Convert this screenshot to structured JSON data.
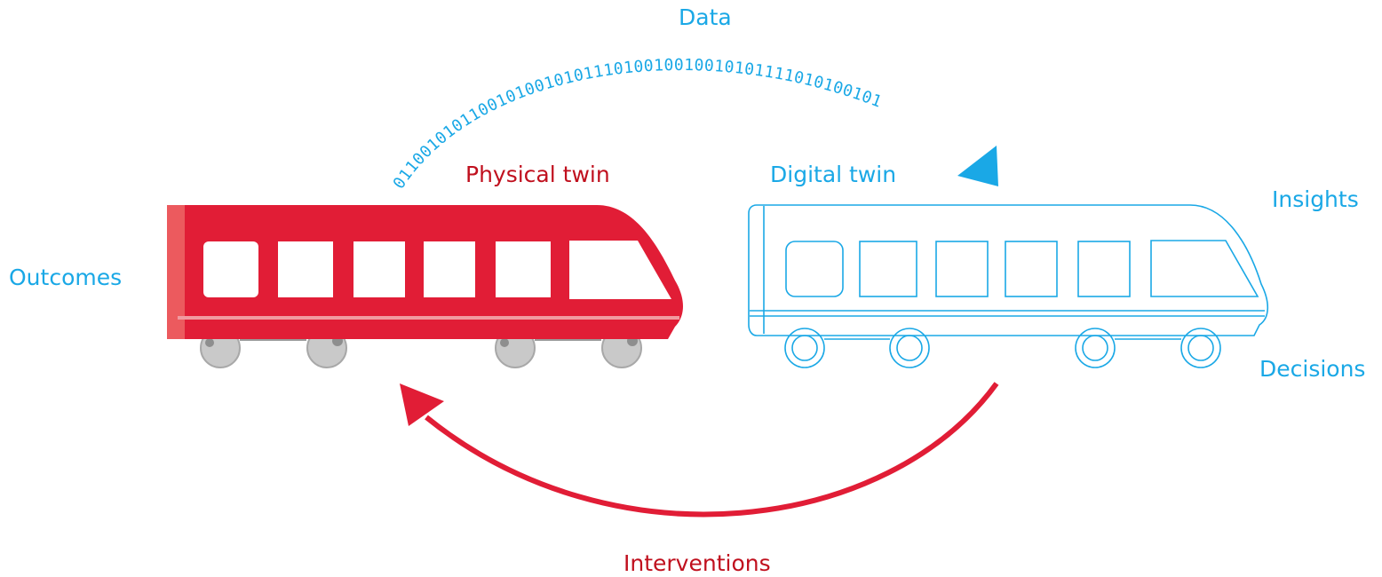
{
  "labels": {
    "data": "Data",
    "physical_twin": "Physical twin",
    "digital_twin": "Digital twin",
    "insights": "Insights",
    "outcomes": "Outcomes",
    "decisions": "Decisions",
    "interventions": "Interventions"
  },
  "binary_stream": "0110010101100101001010111010010010010101111010100101",
  "colors": {
    "data_blue": "#1aa8e6",
    "physical_red": "#e11d36",
    "label_red": "#c0101e"
  },
  "icons": {
    "physical_train": "train-icon-filled",
    "digital_train": "train-icon-outline",
    "data_arrow": "curved-arrow-icon",
    "intervention_arrow": "curved-arrow-icon"
  }
}
